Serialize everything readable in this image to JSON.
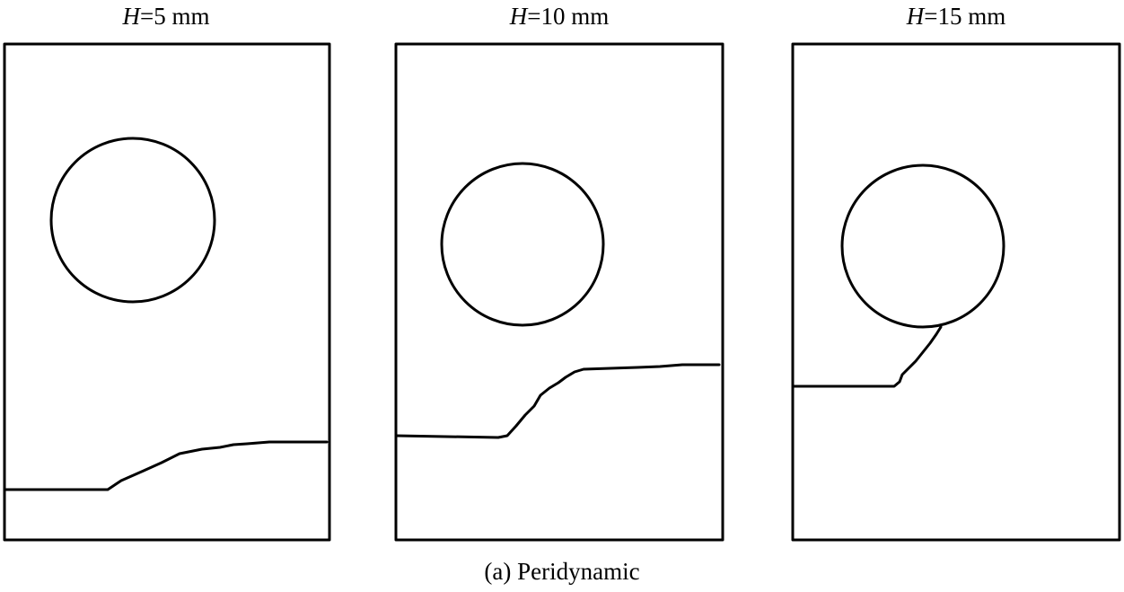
{
  "panels": [
    {
      "variable": "H",
      "value_text": "=5 mm"
    },
    {
      "variable": "H",
      "value_text": "=10 mm"
    },
    {
      "variable": "H",
      "value_text": "=15 mm"
    }
  ],
  "caption": "(a) Peridynamic"
}
